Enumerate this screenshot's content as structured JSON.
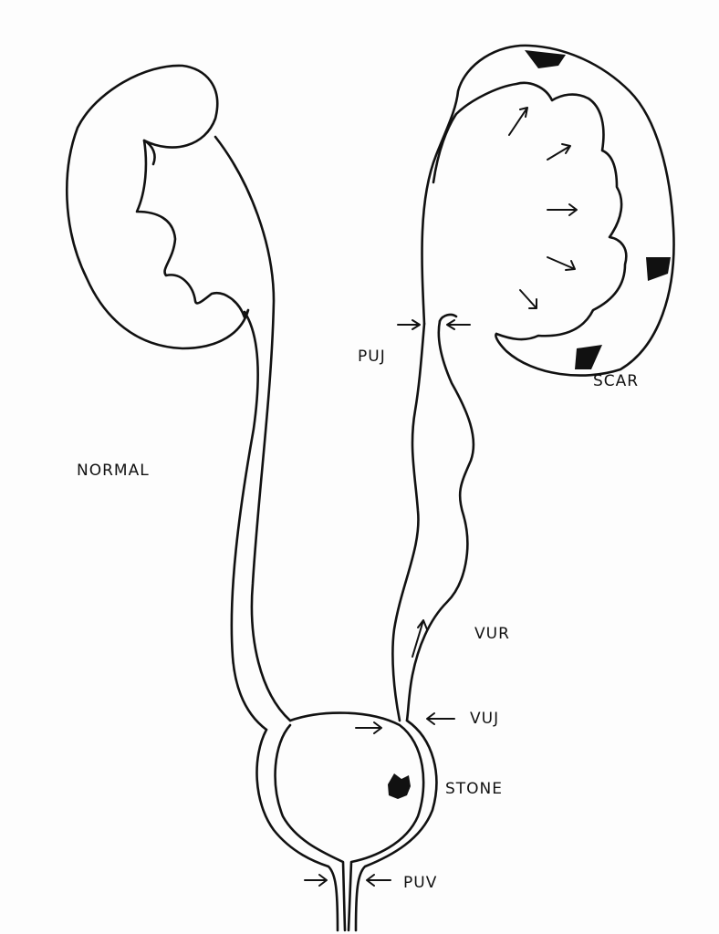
{
  "labels": {
    "normal": "NORMAL",
    "puj": "PUJ",
    "scar": "SCAR",
    "vur": "VUR",
    "vuj": "VUJ",
    "stone": "STONE",
    "puv": "PUV"
  },
  "colors": {
    "ink": "#111111",
    "paper": "#fdfdfd"
  }
}
